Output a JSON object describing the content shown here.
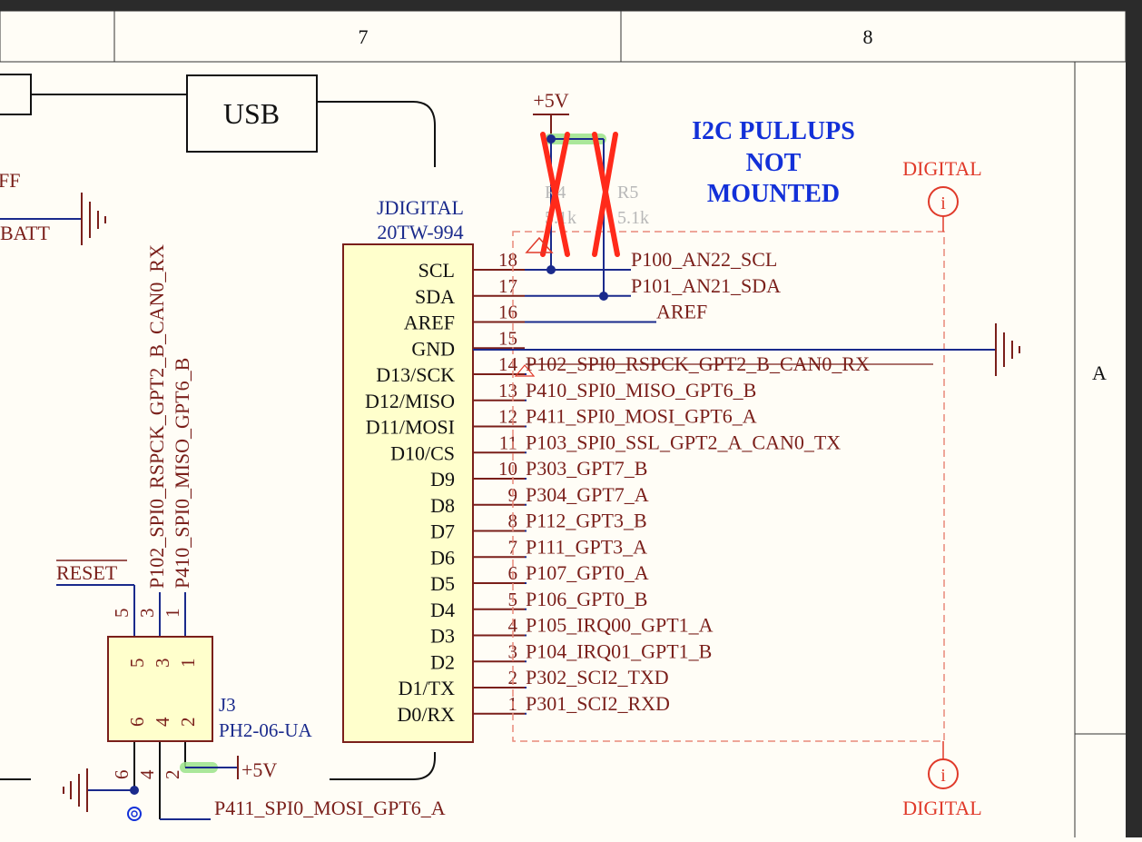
{
  "frame": {
    "zone_labels": [
      "7",
      "8"
    ],
    "row_label": "A"
  },
  "usb": {
    "label": "USB"
  },
  "left_partial": {
    "ff": "FF",
    "batt": "BATT"
  },
  "header_j3": {
    "refdes": "J3",
    "part": "PH2-06-UA",
    "reset_net": "RESET",
    "plus5_net": "+5V",
    "mosi_net": "P411_SPI0_MOSI_GPT6_A",
    "pins_top": [
      "5",
      "3",
      "1"
    ],
    "pins_bottom": [
      "6",
      "4",
      "2"
    ],
    "vertical_nets": [
      "P102_SPI0_RSPCK_GPT2_B_CAN0_RX",
      "P410_SPI0_MISO_GPT6_B"
    ]
  },
  "jdigital": {
    "refdes": "JDIGITAL",
    "part": "20TW-994",
    "pins": [
      {
        "label": "SCL",
        "num": "18",
        "net": "P100_AN22_SCL"
      },
      {
        "label": "SDA",
        "num": "17",
        "net": "P101_AN21_SDA"
      },
      {
        "label": "AREF",
        "num": "16",
        "net": "AREF"
      },
      {
        "label": "GND",
        "num": "15",
        "net": ""
      },
      {
        "label": "D13/SCK",
        "num": "14",
        "net": "P102_SPI0_RSPCK_GPT2_B_CAN0_RX"
      },
      {
        "label": "D12/MISO",
        "num": "13",
        "net": "P410_SPI0_MISO_GPT6_B"
      },
      {
        "label": "D11/MOSI",
        "num": "12",
        "net": "P411_SPI0_MOSI_GPT6_A"
      },
      {
        "label": "D10/CS",
        "num": "11",
        "net": "P103_SPI0_SSL_GPT2_A_CAN0_TX"
      },
      {
        "label": "D9",
        "num": "10",
        "net": "P303_GPT7_B"
      },
      {
        "label": "D8",
        "num": "9",
        "net": "P304_GPT7_A"
      },
      {
        "label": "D7",
        "num": "8",
        "net": "P112_GPT3_B"
      },
      {
        "label": "D6",
        "num": "7",
        "net": "P111_GPT3_A"
      },
      {
        "label": "D5",
        "num": "6",
        "net": "P107_GPT0_A"
      },
      {
        "label": "D4",
        "num": "5",
        "net": "P106_GPT0_B"
      },
      {
        "label": "D3",
        "num": "4",
        "net": "P105_IRQ00_GPT1_A"
      },
      {
        "label": "D2",
        "num": "3",
        "net": "P104_IRQ01_GPT1_B"
      },
      {
        "label": "D1/TX",
        "num": "2",
        "net": "P302_SCI2_TXD"
      },
      {
        "label": "D0/RX",
        "num": "1",
        "net": "P301_SCI2_RXD"
      }
    ]
  },
  "pullups": {
    "supply": "+5V",
    "r4_ref": "R4",
    "r4_val": "5.1k",
    "r5_ref": "R5",
    "r5_val": "5.1k",
    "note_lines": [
      "I2C PULLUPS",
      "NOT",
      "MOUNTED"
    ]
  },
  "digital_marker": {
    "top_label": "DIGITAL",
    "bottom_label": "DIGITAL",
    "icon_glyph": "i"
  },
  "colors": {
    "wire": "#1a2a8c",
    "component": "#7a1f1a",
    "body_fill": "#ffffcc",
    "annotation": "#e03a2a",
    "note": "#1230d8",
    "highlight": "#9be38a"
  }
}
